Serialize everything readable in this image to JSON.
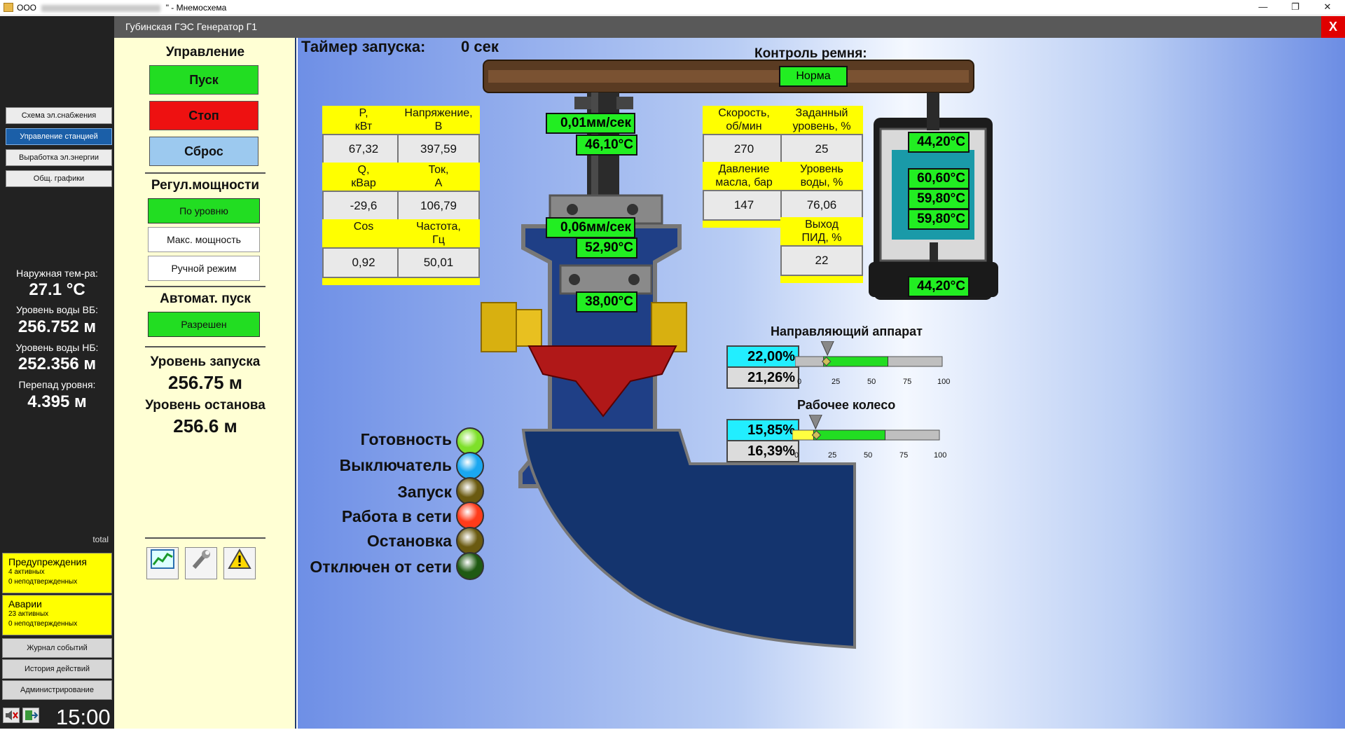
{
  "window": {
    "title_prefix": "ООО",
    "title_suffix": "\" - Мнемосхема",
    "minimize": "—",
    "restore": "❐",
    "close": "✕"
  },
  "header": {
    "title": "Губинская ГЭС Генератор Г1",
    "close_label": "X"
  },
  "nav": {
    "items": [
      {
        "label": "Схема эл.снабжения",
        "active": false
      },
      {
        "label": "Управление станцией",
        "active": true
      },
      {
        "label": "Выработка эл.энергии",
        "active": false
      },
      {
        "label": "Общ. графики",
        "active": false
      }
    ]
  },
  "weather": {
    "temp_label": "Наружная тем-ра:",
    "temp_value": "27.1 °C",
    "vb_label": "Уровень воды ВБ:",
    "vb_value": "256.752 м",
    "nb_label": "Уровень воды НБ:",
    "nb_value": "252.356 м",
    "diff_label": "Перепад уровня:",
    "diff_value": "4.395 м",
    "total": "total"
  },
  "alarms": {
    "warnings_title": "Предупреждения",
    "warnings_active": "4 активных",
    "warnings_unack": "0 неподтвержденных",
    "faults_title": "Аварии",
    "faults_active": "23 активных",
    "faults_unack": "0 неподтвержденных"
  },
  "log_buttons": {
    "events": "Журнал событий",
    "history": "История действий",
    "admin": "Администрирование"
  },
  "statusbar": {
    "clock": "15:00"
  },
  "control": {
    "title": "Управление",
    "start": "Пуск",
    "stop": "Стоп",
    "reset": "Сброс",
    "power_title": "Регул.мощности",
    "by_level": "По уровню",
    "max_power": "Макс. мощность",
    "manual": "Ручной режим",
    "autostart_title": "Автомат. пуск",
    "allowed": "Разрешен",
    "start_level_label": "Уровень запуска",
    "start_level_value": "256.75 м",
    "stop_level_label": "Уровень останова",
    "stop_level_value": "256.6 м"
  },
  "timer": {
    "label": "Таймер запуска:",
    "value": "0 сек"
  },
  "belt": {
    "label": "Контроль ремня:",
    "status": "Норма"
  },
  "params_left": [
    {
      "title": "P,\nкВт",
      "value": "67,32"
    },
    {
      "title": "Напряжение,\nВ",
      "value": "397,59"
    },
    {
      "title": "Q,\nкВар",
      "value": "-29,6"
    },
    {
      "title": "Ток,\nА",
      "value": "106,79"
    },
    {
      "title": "Cos",
      "value": "0,92"
    },
    {
      "title": "Частота,\nГц",
      "value": "50,01"
    }
  ],
  "params_right": [
    {
      "title": "Скорость,\nоб/мин",
      "value": "270"
    },
    {
      "title": "Заданный\nуровень, %",
      "value": "25"
    },
    {
      "title": "Давление\nмасла, бар",
      "value": "147"
    },
    {
      "title": "Уровень\nводы, %",
      "value": "76,06"
    },
    {
      "title": "Выход\nПИД, %",
      "value": "22"
    }
  ],
  "turbine_tags": {
    "vib_top": "0,01мм/сек",
    "temp_top": "46,10°C",
    "vib_mid": "0,06мм/сек",
    "temp_mid": "52,90°C",
    "temp_low": "38,00°C"
  },
  "generator_tags": {
    "t1": "44,20°C",
    "t2": "60,60°C",
    "t3": "59,80°C",
    "t4": "59,80°C",
    "t5": "44,20°C"
  },
  "guide_vane": {
    "title": "Направляющий аппарат",
    "setpoint": "22,00%",
    "actual": "21,26%",
    "setpoint_pct": 22.0,
    "actual_pct": 21.26,
    "ticks": [
      "0",
      "25",
      "50",
      "75",
      "100"
    ]
  },
  "runner": {
    "title": "Рабочее колесо",
    "setpoint": "15,85%",
    "actual": "16,39%",
    "setpoint_pct": 15.85,
    "actual_pct": 16.39,
    "ticks": [
      "0",
      "25",
      "50",
      "75",
      "100"
    ]
  },
  "indicators": [
    {
      "label": "Готовность",
      "color": "#7ee02a"
    },
    {
      "label": "Выключатель",
      "color": "#1aa7f0"
    },
    {
      "label": "Запуск",
      "color": "#6a5a10"
    },
    {
      "label": "Работа в сети",
      "color": "#ff3b1a"
    },
    {
      "label": "Остановка",
      "color": "#6a5a10"
    },
    {
      "label": "Отключен от сети",
      "color": "#1f5a12"
    }
  ]
}
